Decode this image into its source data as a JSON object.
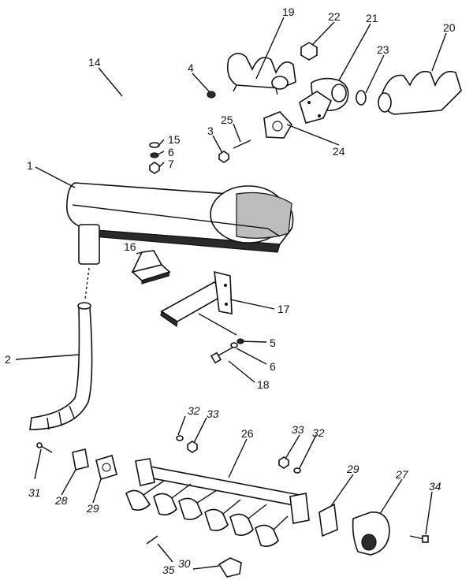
{
  "callouts": {
    "c1": "1",
    "c2": "2",
    "c3": "3",
    "c4": "4",
    "c5": "5",
    "c6a": "6",
    "c6b": "6",
    "c7": "7",
    "c14": "14",
    "c15": "15",
    "c16": "16",
    "c17": "17",
    "c18": "18",
    "c19": "19",
    "c20": "20",
    "c21": "21",
    "c22": "22",
    "c23": "23",
    "c24": "24",
    "c25": "25",
    "c26": "26",
    "c27": "27",
    "c28": "28",
    "c29a": "29",
    "c29b": "29",
    "c30": "30",
    "c31": "31",
    "c32a": "32",
    "c32b": "32",
    "c33a": "33",
    "c33b": "33",
    "c34": "34",
    "c35": "35"
  }
}
